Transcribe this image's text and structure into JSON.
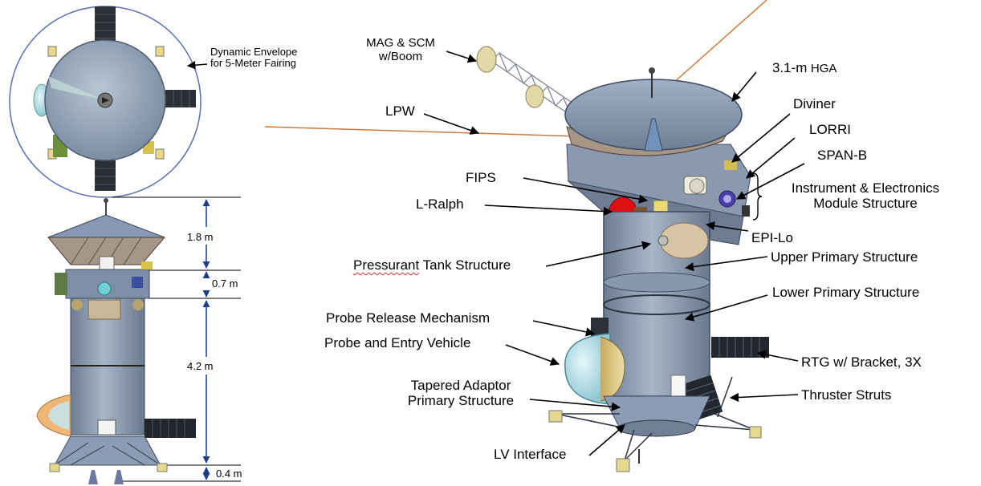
{
  "top_view": {
    "envelope_label": "Dynamic Envelope\nfor 5-Meter Fairing"
  },
  "side_view": {
    "dimensions": [
      "1.8 m",
      "0.7 m",
      "4.2 m",
      "0.4 m"
    ]
  },
  "main_view": {
    "labels": {
      "mag_scm": "MAG & SCM\nw/Boom",
      "hga_size": "3.1-m",
      "hga": "HGA",
      "lpw": "LPW",
      "diviner": "Diviner",
      "lorri": "LORRI",
      "span_b": "SPAN-B",
      "fips": "FIPS",
      "l_ralph": "L-Ralph",
      "iem": "Instrument & Electronics\nModule Structure",
      "epi_lo": "EPI-Lo",
      "pressurant_word": "Pressurant",
      "pressurant_rest": " Tank Structure",
      "upper_primary": "Upper Primary Structure",
      "lower_primary": "Lower Primary Structure",
      "probe_release": "Probe Release Mechanism",
      "probe_entry": "Probe and Entry Vehicle",
      "rtg": "RTG w/ Bracket, 3X",
      "tapered": "Tapered Adaptor\nPrimary Structure",
      "thruster_struts": "Thruster Struts",
      "lv_interface": "LV Interface"
    }
  },
  "colors": {
    "body": "#8d9cb0",
    "body_dark": "#6b7a8f",
    "antenna": "#7f8fa6",
    "boom_orange": "#d07a3c",
    "envelope": "#5a6fb0",
    "dimension_arrow": "#1f3c8c",
    "gold": "#d8c27a",
    "red": "#e01010",
    "cyan": "#7fd6e0"
  },
  "icons": [
    "arrow-icon",
    "dimension-arrow-icon"
  ]
}
